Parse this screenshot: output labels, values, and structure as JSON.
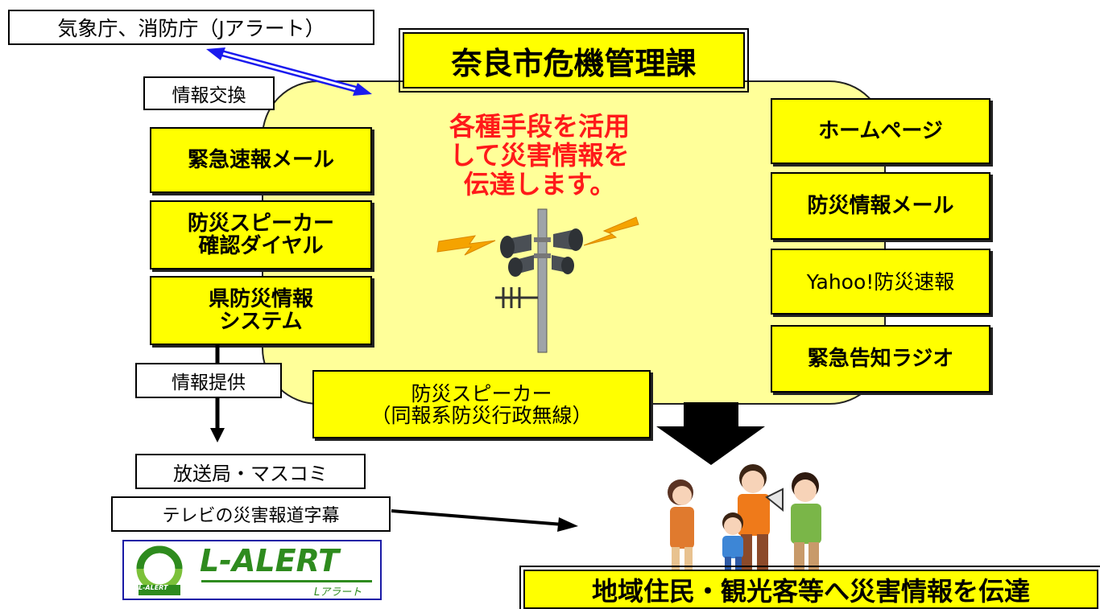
{
  "agency": "気象庁、消防庁（Jアラート）",
  "exchange_label": "情報交換",
  "title": "奈良市危機管理課",
  "slogan": [
    "各種手段を活用",
    "して災害情報を",
    "伝達します。"
  ],
  "left_boxes": [
    [
      "緊急速報メール"
    ],
    [
      "防災スピーカー",
      "確認ダイヤル"
    ],
    [
      "県防災情報",
      "システム"
    ]
  ],
  "right_boxes": [
    "ホームページ",
    "防災情報メール",
    "Yahoo!防災速報",
    "緊急告知ラジオ"
  ],
  "speaker_box": [
    "防災スピーカー",
    "（同報系防災行政無線）"
  ],
  "provide_label": "情報提供",
  "broadcast": "放送局・マスコミ",
  "tv": "テレビの災害報道字幕",
  "lalert": {
    "logo": "L-ALERT",
    "sub": "Lアラート",
    "badge": "L-ALERT"
  },
  "bottom": "地域住民・観光客等へ災害情報を伝達",
  "colors": {
    "yellow": "#ffff00",
    "cloud": "#ffff99",
    "red": "#ff1a1a",
    "arrow_blue": "#1a1aee"
  }
}
